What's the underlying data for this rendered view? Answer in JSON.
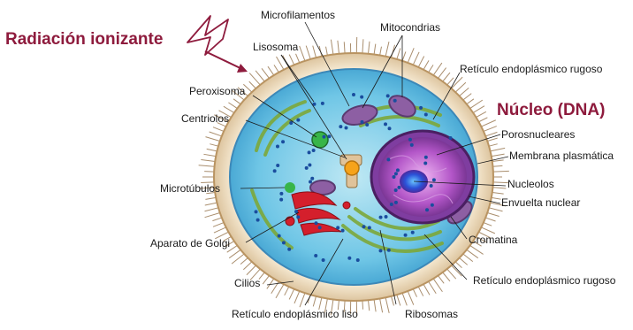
{
  "colors": {
    "accent": "#8e1b3d",
    "label_text": "#1a1a1a",
    "leader_line": "#1a1a1a"
  },
  "heading": {
    "radiation": "Radiación ionizante",
    "nucleus": "Núcleo (DNA)"
  },
  "labels": {
    "microfilamentos": "Microfilamentos",
    "mitocondrias": "Mitocondrias",
    "lisosoma": "Lisosoma",
    "reticulo_rugoso_top": "Retículo endoplásmico rugoso",
    "peroxisoma": "Peroxisoma",
    "centriolos": "Centriolos",
    "porosnucleares": "Porosnucleares",
    "membrana": "Membrana plasmática",
    "nucleolos": "Nucleolos",
    "microtubulos": "Microtúbulos",
    "envuelta": "Envuelta nuclear",
    "cromatina": "Cromatina",
    "golgi": "Aparato de Golgi",
    "cilios": "Cilios",
    "reticulo_rugoso_bottom": "Retículo endoplásmico rugoso",
    "reticulo_liso": "Retículo endoplásmico liso",
    "ribosomas": "Ribosomas"
  },
  "icons": {
    "lightning": "lightning-bolt-icon",
    "arrow": "arrow-icon"
  }
}
